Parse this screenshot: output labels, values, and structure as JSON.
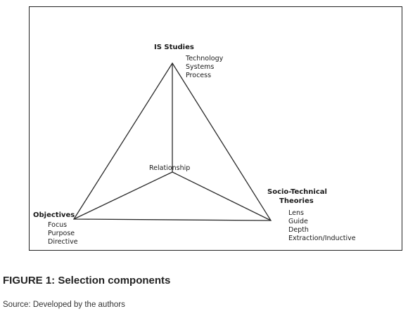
{
  "diagram": {
    "nodes": {
      "top": {
        "title": "IS Studies",
        "items": [
          "Technology",
          "Systems",
          "Process"
        ]
      },
      "right": {
        "title_lines": [
          "Socio-Technical",
          "Theories"
        ],
        "items": [
          "Lens",
          "Guide",
          "Depth",
          "Extraction/Inductive"
        ]
      },
      "left": {
        "title": "Objectives",
        "items": [
          "Focus",
          "Purpose",
          "Directive"
        ]
      }
    },
    "center_label": "Relationship"
  },
  "caption": "FIGURE 1: Selection components",
  "source": "Source: Developed by the authors"
}
